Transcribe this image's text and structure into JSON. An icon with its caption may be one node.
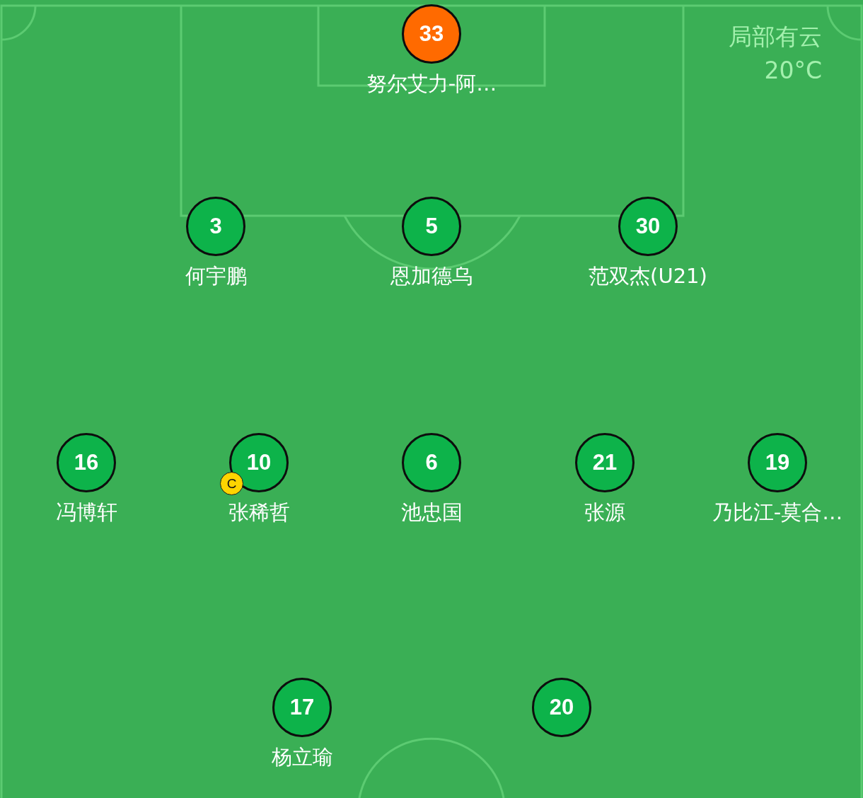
{
  "diagram": {
    "nodes": [
      {
        "text": [
          "33"
        ],
        "beside": [
          "努尔艾力-阿…"
        ]
      },
      {
        "text": [
          "3"
        ],
        "beside": [
          "何宇鹏"
        ]
      },
      {
        "text": [
          "5"
        ],
        "beside": [
          "恩加德乌"
        ]
      },
      {
        "text": [
          "30"
        ],
        "beside": [
          "范双杰(U21)"
        ]
      },
      {
        "text": [
          "16"
        ],
        "beside": [
          "冯博轩"
        ]
      },
      {
        "text": [
          "10"
        ],
        "beside": [
          "张稀哲"
        ]
      },
      {
        "text": [
          "C"
        ]
      },
      {
        "text": [
          "6"
        ],
        "beside": [
          "池忠国"
        ]
      },
      {
        "text": [
          "21"
        ],
        "beside": [
          "张源"
        ]
      },
      {
        "text": [
          "19"
        ],
        "beside": [
          "乃比江-莫合…"
        ]
      },
      {
        "text": [
          "17"
        ],
        "beside": [
          "杨立瑜"
        ]
      },
      {
        "text": [
          "20"
        ]
      }
    ],
    "labels": [
      "局部有云",
      "20°C"
    ]
  }
}
